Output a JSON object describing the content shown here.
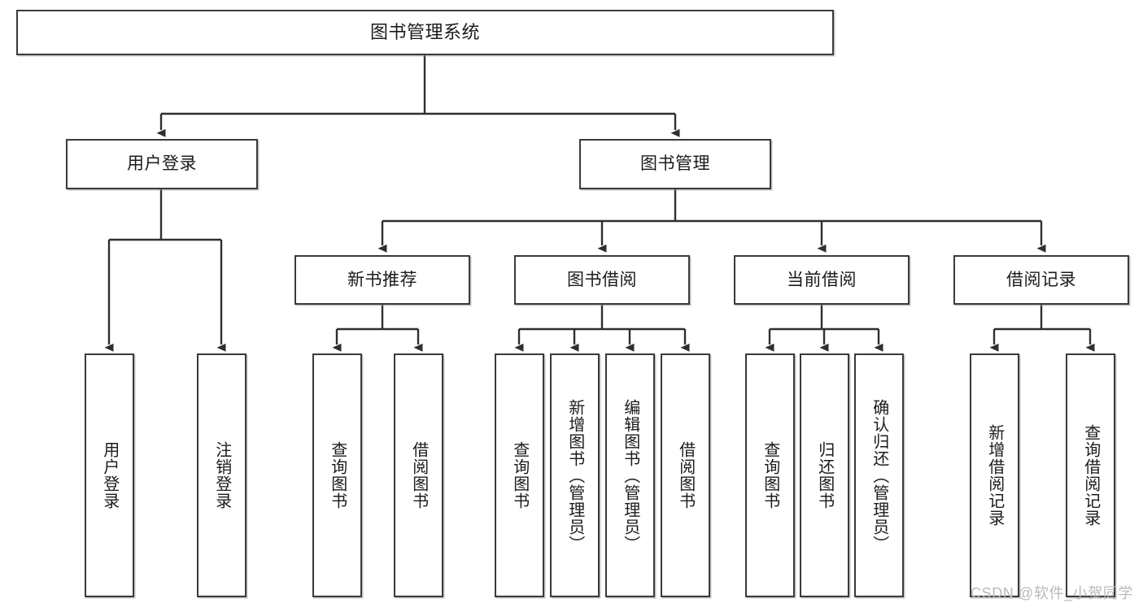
{
  "diagram": {
    "type": "tree",
    "title": "图书管理系统",
    "orientation": "top-down",
    "colors": {
      "node_border": "#3a3a3a",
      "node_fill": "#ffffff",
      "edge": "#2f2f2f",
      "text": "#1b1b1b",
      "watermark": "#b9b9b9"
    },
    "root": {
      "label": "图书管理系统"
    },
    "level2": [
      {
        "label": "用户登录"
      },
      {
        "label": "图书管理"
      }
    ],
    "level3": [
      {
        "label": "新书推荐"
      },
      {
        "label": "图书借阅"
      },
      {
        "label": "当前借阅"
      },
      {
        "label": "借阅记录"
      }
    ],
    "leaves": {
      "user_login": [
        {
          "label": "用户登录"
        },
        {
          "label": "注销登录"
        }
      ],
      "new_book_recommend": [
        {
          "label": "查询图书"
        },
        {
          "label": "借阅图书"
        }
      ],
      "book_borrow": [
        {
          "label": "查询图书"
        },
        {
          "label": "新增图书（管理员）"
        },
        {
          "label": "编辑图书（管理员）"
        },
        {
          "label": "借阅图书"
        }
      ],
      "current_borrow": [
        {
          "label": "查询图书"
        },
        {
          "label": "归还图书"
        },
        {
          "label": "确认归还（管理员）"
        }
      ],
      "borrow_record": [
        {
          "label": "新增借阅记录"
        },
        {
          "label": "查询借阅记录"
        }
      ]
    }
  },
  "watermark": {
    "text": "CSDN @软件_小贺同学"
  }
}
